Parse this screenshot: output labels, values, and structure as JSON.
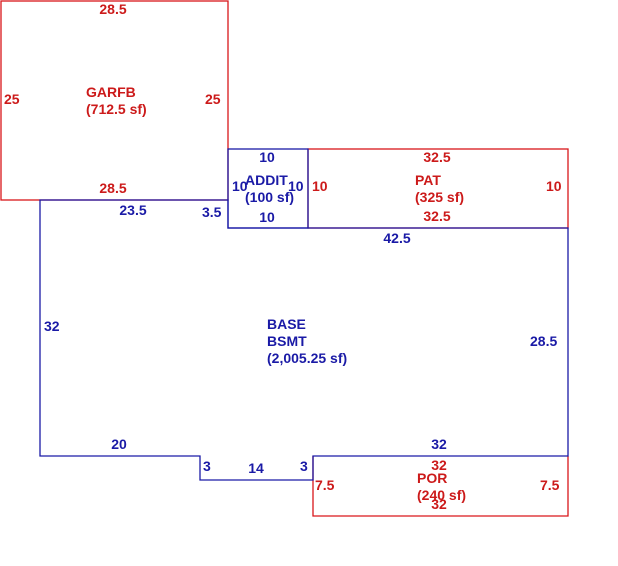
{
  "colors": {
    "red": "#d9161a",
    "blue": "#1a1aa6",
    "background": "#ffffff"
  },
  "areas": {
    "garfb": {
      "name": "GARFB",
      "area": "(712.5 sf)",
      "dims": {
        "top": "28.5",
        "bottom": "28.5",
        "left": "25",
        "right": "25"
      }
    },
    "addit": {
      "name": "ADDIT",
      "area": "(100 sf)",
      "dims": {
        "top": "10",
        "bottom": "10",
        "left": "10",
        "right": "10"
      }
    },
    "pat": {
      "name": "PAT",
      "area": "(325 sf)",
      "dims": {
        "top": "32.5",
        "bottom": "32.5",
        "left": "10",
        "right": "10"
      }
    },
    "base": {
      "name_line1": "BASE",
      "name_line2": "BSMT",
      "area": "(2,005.25 sf)",
      "dims": {
        "top_left": "23.5",
        "top_step": "3.5",
        "top_right": "42.5",
        "left": "32",
        "right": "28.5",
        "bottom_left": "20",
        "notch_left": "3",
        "notch_bottom": "14",
        "notch_right": "3",
        "bottom_right": "32"
      }
    },
    "por": {
      "name": "POR",
      "area": "(240 sf)",
      "dims": {
        "top": "32",
        "bottom": "32",
        "left": "7.5",
        "right": "7.5"
      }
    }
  }
}
